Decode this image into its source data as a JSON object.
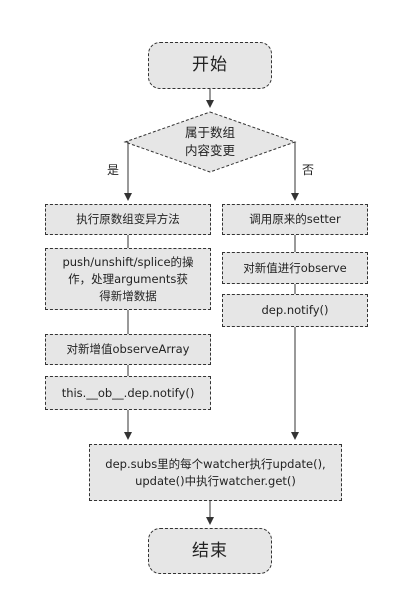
{
  "flowchart": {
    "start": "开始",
    "decision": {
      "line1": "属于数组",
      "line2": "内容变更"
    },
    "branch_yes": "是",
    "branch_no": "否",
    "left": {
      "step1": "执行原数组变异方法",
      "step2": {
        "line1": "push/unshift/splice的操",
        "line2": "作，处理arguments获",
        "line3": "得新增数据"
      },
      "step3": "对新增值observeArray",
      "step4": "this.__ob__.dep.notify()"
    },
    "right": {
      "step1": "调用原来的setter",
      "step2": "对新值进行observe",
      "step3": "dep.notify()"
    },
    "merge": {
      "line1": "dep.subs里的每个watcher执行update(),",
      "line2": "update()中执行watcher.get()"
    },
    "end": "结束"
  },
  "colors": {
    "node_fill": "#e6e6e6",
    "stroke": "#333333",
    "text": "#222222"
  }
}
